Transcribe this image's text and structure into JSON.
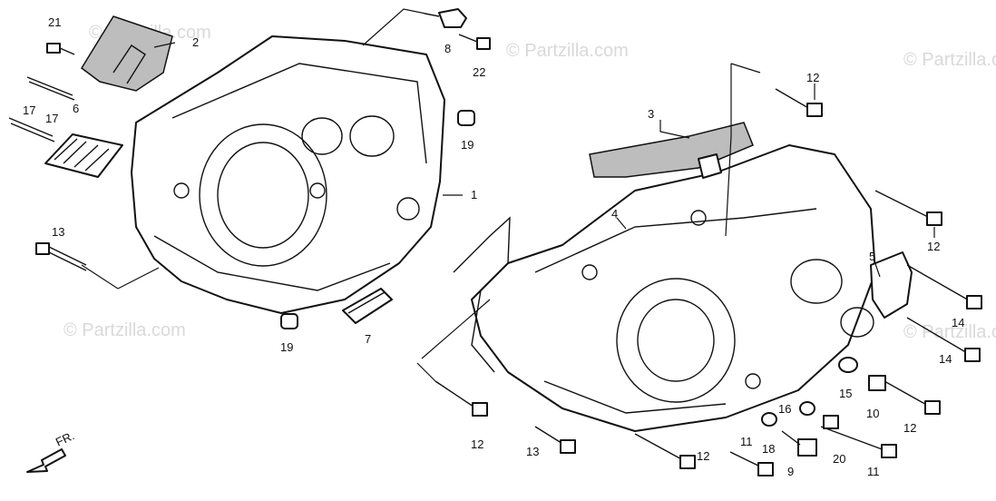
{
  "watermark": {
    "text": "© Partzilla.com"
  },
  "direction_label": "FR.",
  "callouts": {
    "n1": "1",
    "n2": "2",
    "n3": "3",
    "n4": "4",
    "n5": "5",
    "n6": "6",
    "n7": "7",
    "n8": "8",
    "n9": "9",
    "n10": "10",
    "n11a": "11",
    "n11b": "11",
    "n12a": "12",
    "n12b": "12",
    "n12c": "12",
    "n12d": "12",
    "n12e": "12",
    "n13a": "13",
    "n13b": "13",
    "n14a": "14",
    "n14b": "14",
    "n15": "15",
    "n16": "16",
    "n17a": "17",
    "n17b": "17",
    "n18": "18",
    "n19a": "19",
    "n19b": "19",
    "n20": "20",
    "n21": "21",
    "n22": "22"
  },
  "colors": {
    "line": "#111111",
    "watermark": "#d9d9d9",
    "background": "#ffffff"
  }
}
